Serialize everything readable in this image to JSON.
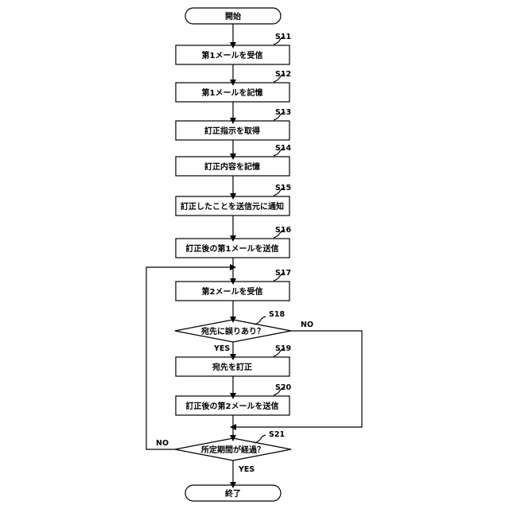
{
  "start": "開始",
  "end": "終了",
  "steps": [
    {
      "id": "S11",
      "text": "第1メールを受信"
    },
    {
      "id": "S12",
      "text": "第1メールを記憶"
    },
    {
      "id": "S13",
      "text": "訂正指示を取得"
    },
    {
      "id": "S14",
      "text": "訂正内容を記憶"
    },
    {
      "id": "S15",
      "text": "訂正したことを送信元に通知"
    },
    {
      "id": "S16",
      "text": "訂正後の第1メールを送信"
    },
    {
      "id": "S17",
      "text": "第2メールを受信"
    },
    {
      "id": "S19",
      "text": "宛先を訂正"
    },
    {
      "id": "S20",
      "text": "訂正後の第2メールを送信"
    }
  ],
  "decisions": [
    {
      "id": "S18",
      "text": "宛先に誤りあり？",
      "yes": "YES",
      "no": "NO"
    },
    {
      "id": "S21",
      "text": "所定期間が経過？",
      "yes": "YES",
      "no": "NO"
    }
  ]
}
